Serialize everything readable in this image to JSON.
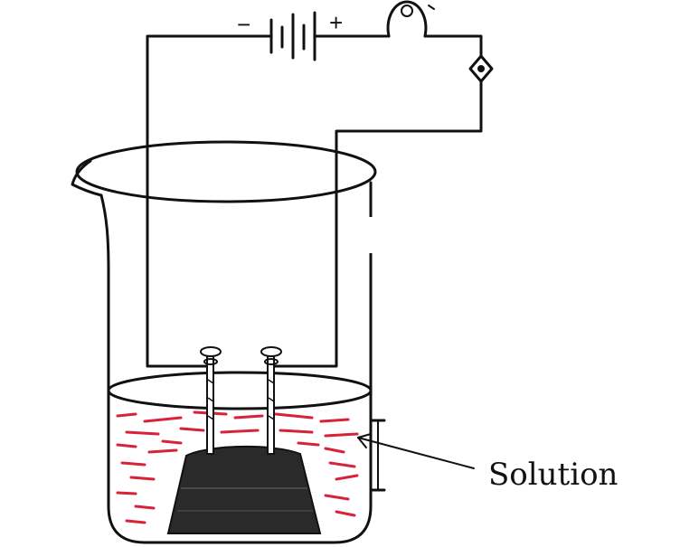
{
  "diagram": {
    "battery": {
      "negative_sign": "−",
      "positive_sign": "+"
    },
    "components": {
      "bulb": "bulb-icon",
      "switch": "switch-icon",
      "battery": "battery-icon",
      "beaker": "beaker-icon",
      "stopper": "rubber-stopper",
      "electrodes": "nail-electrodes"
    },
    "solution_label": "Solution",
    "colors": {
      "line": "#111111",
      "solution": "#d8223a",
      "stopper": "#2a2a2a"
    }
  }
}
